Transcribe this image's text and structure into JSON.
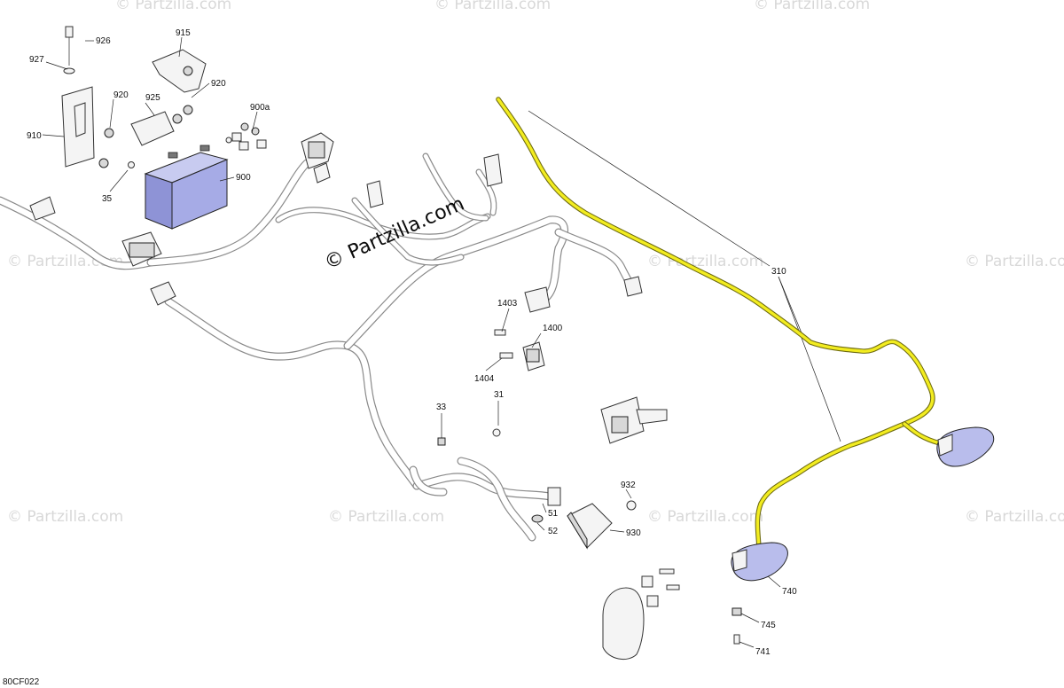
{
  "diagram": {
    "reference_code": "80CF022",
    "watermark_main": "© Partzilla.com",
    "watermark_repeat": "© Partzilla.com",
    "callouts": {
      "c926": "926",
      "c927": "927",
      "c915": "915",
      "c920a": "920",
      "c920b": "920",
      "c925": "925",
      "c900a": "900a",
      "c910": "910",
      "c900": "900",
      "c35": "35",
      "c310": "310",
      "c1403": "1403",
      "c1400": "1400",
      "c1404": "1404",
      "c33": "33",
      "c31": "31",
      "c932": "932",
      "c51": "51",
      "c52": "52",
      "c930": "930",
      "c740": "740",
      "c745": "745",
      "c741": "741"
    },
    "colors": {
      "harness_outline": "#8a8a8a",
      "harness_highlight": "#f2ec20",
      "battery": "#a6abe6",
      "lamp_lens": "#b9bdec",
      "watermark": "#b9b9b9"
    }
  }
}
